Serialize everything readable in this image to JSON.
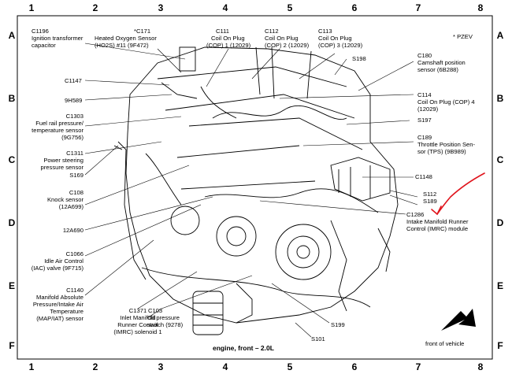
{
  "grid": {
    "columns": [
      "1",
      "2",
      "3",
      "4",
      "5",
      "6",
      "7",
      "8"
    ],
    "rows": [
      "A",
      "B",
      "C",
      "D",
      "E",
      "F"
    ]
  },
  "caption": "engine, front – 2.0L",
  "pzev_note": "* PZEV",
  "front_of_vehicle": "front of vehicle",
  "labels": {
    "c1196": [
      "C1196",
      "Ignition transformer",
      "capacitor"
    ],
    "c171": [
      "*C171",
      "Heated Oxygen Sensor",
      "(HO2S) #11 (9F472)"
    ],
    "c111": [
      "C111",
      "Coil On Plug",
      "(COP) 1 (12029)"
    ],
    "c112": [
      "C112",
      "Coil On Plug",
      "(COP) 2 (12029)"
    ],
    "c113": [
      "C113",
      "Coil On Plug",
      "(COP) 3 (12029)"
    ],
    "s198": [
      "S198"
    ],
    "c180": [
      "C180",
      "Camshaft position",
      "sensor (6B288)"
    ],
    "c1147": [
      "C1147"
    ],
    "h9h589": [
      "9H589"
    ],
    "c114": [
      "C114",
      "Coil On Plug (COP) 4",
      "(12029)"
    ],
    "s197": [
      "S197"
    ],
    "c1303": [
      "C1303",
      "Fuel rail pressure/",
      "temperature sensor",
      "(9G756)"
    ],
    "c189": [
      "C189",
      "Throttle Position Sen-",
      "sor (TPS) (9B989)"
    ],
    "c1311": [
      "C1311",
      "Power steering",
      "pressure sensor"
    ],
    "s169": [
      "S169"
    ],
    "c1148": [
      "C1148"
    ],
    "c108": [
      "C108",
      "Knock sensor",
      "(12A699)"
    ],
    "s112": [
      "S112",
      "S189"
    ],
    "c1286": [
      "C1286",
      "Intake Manifold Runner",
      "Control (IMRC) module"
    ],
    "a12a690": [
      "12A690"
    ],
    "c1066": [
      "C1066",
      "Idle Air Control",
      "(IAC) valve (9F715)"
    ],
    "c1140": [
      "C1140",
      "Manifold Absolute",
      "Pressure/Intake Air",
      "Temperature",
      "(MAP/IAT) sensor"
    ],
    "c1371": [
      "C1371",
      "Inlet Manifold",
      "Runner Control",
      "(IMRC) solenoid 1"
    ],
    "c103": [
      "C103",
      "Oil pressure",
      "switch (9278)"
    ],
    "s199": [
      "S199"
    ],
    "s101": [
      "S101"
    ]
  },
  "colors": {
    "annotation": "#e0141c",
    "ink": "#000000"
  }
}
